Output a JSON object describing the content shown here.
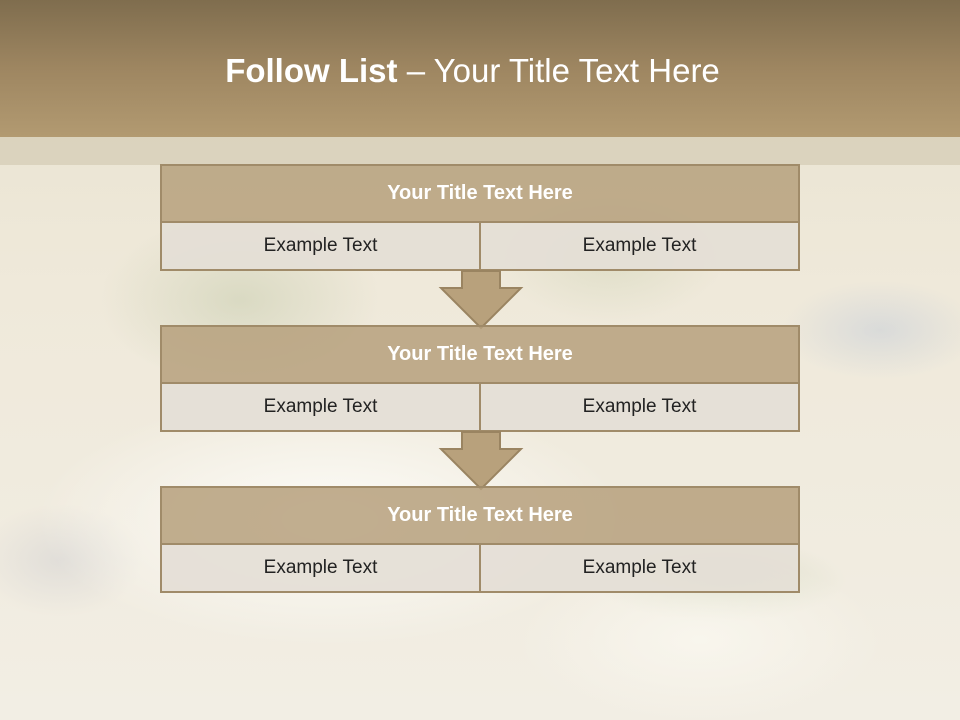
{
  "slide": {
    "title_bold": "Follow List",
    "title_rest": "– Your Title Text Here"
  },
  "boxes": [
    {
      "title": "Your Title Text Here",
      "left": "Example Text",
      "right": "Example Text"
    },
    {
      "title": "Your Title Text Here",
      "left": "Example Text",
      "right": "Example Text"
    },
    {
      "title": "Your Title Text Here",
      "left": "Example Text",
      "right": "Example Text"
    }
  ],
  "colors": {
    "header": "#9e8661",
    "box_title_fill": "#b6a07c",
    "box_border": "#a08b69",
    "cell_fill": "#e4ded6"
  }
}
